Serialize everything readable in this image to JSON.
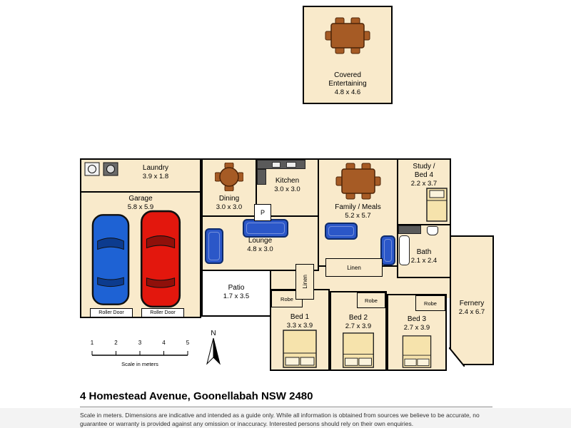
{
  "colors": {
    "room_fill": "#F9EACB",
    "wall": "#000000",
    "car_blue": "#1E62D4",
    "car_red": "#E3170D",
    "sofa_blue": "#2B57C8",
    "table_brown": "#A65B25",
    "bed_fill": "#F6E3AC",
    "counter_dark": "#5A5A5A"
  },
  "rooms": {
    "covered_entertaining": {
      "name": "Covered Entertaining",
      "dims": "4.8 x 4.6"
    },
    "laundry": {
      "name": "Laundry",
      "dims": "3.9 x 1.8"
    },
    "garage": {
      "name": "Garage",
      "dims": "5.8 x 5.9"
    },
    "dining": {
      "name": "Dining",
      "dims": "3.0 x 3.0"
    },
    "kitchen": {
      "name": "Kitchen",
      "dims": "3.0 x 3.0"
    },
    "family_meals": {
      "name": "Family / Meals",
      "dims": "5.2 x 5.7"
    },
    "study_bed4": {
      "name": "Study / Bed 4",
      "dims": "2.2 x 3.7"
    },
    "lounge": {
      "name": "Lounge",
      "dims": "4.8 x 3.0"
    },
    "bath": {
      "name": "Bath",
      "dims": "2.1 x 2.4"
    },
    "patio": {
      "name": "Patio",
      "dims": "1.7 x 3.5"
    },
    "bed1": {
      "name": "Bed 1",
      "dims": "3.3 x 3.9"
    },
    "bed2": {
      "name": "Bed 2",
      "dims": "2.7 x 3.9"
    },
    "bed3": {
      "name": "Bed 3",
      "dims": "2.7 x 3.9"
    },
    "fernery": {
      "name": "Fernery",
      "dims": "2.4 x 6.7"
    }
  },
  "fixtures": {
    "linen_vertical": "Linen",
    "linen_horizontal": "Linen",
    "robe1": "Robe",
    "robe2": "Robe",
    "robe3": "Robe",
    "roller_door_1": "Roller Door",
    "roller_door_2": "Roller Door",
    "pantry": "P"
  },
  "compass": {
    "north": "N"
  },
  "scale_bar": {
    "ticks": [
      "1",
      "2",
      "3",
      "4",
      "5"
    ],
    "caption": "Scale in meters"
  },
  "footer": {
    "title": "4 Homestead Avenue, Goonellabah NSW 2480",
    "disclaimer": "Scale in meters. Dimensions are indicative and intended as a guide only. While all information is obtained from sources we believe to be accurate, no guarantee or warranty is provided against any omission or inaccuracy. Interested persons should rely on their own enquiries."
  }
}
